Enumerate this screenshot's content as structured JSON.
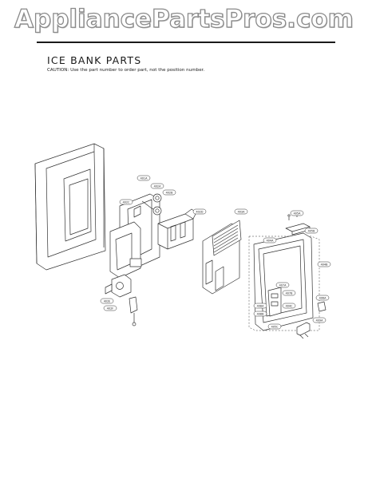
{
  "watermark": "AppliancePartsPros.com",
  "header": {
    "title": "ICE BANK PARTS",
    "caution": "CAUTION: Use the part number to order part, not the position number."
  },
  "callouts": {
    "dispenser_cover": "401A",
    "ice_maker_frame": "402A",
    "motor_upper": "402B",
    "motor_lower": "402C",
    "ice_maker": "402D",
    "auger_motor": "402E",
    "auger_motor_b": "402F",
    "ice_bank_housing": "403A",
    "door_frame": "404A",
    "door_liner": "404B",
    "door_gasket": "404C",
    "hinge_top": "405A",
    "hinge_screw": "405B",
    "hinge_bottom": "405C",
    "cover_right": "406A",
    "lever_a": "407A",
    "lever_b": "407B",
    "switch_a": "408A",
    "switch_b": "408B",
    "latch": "409A"
  }
}
